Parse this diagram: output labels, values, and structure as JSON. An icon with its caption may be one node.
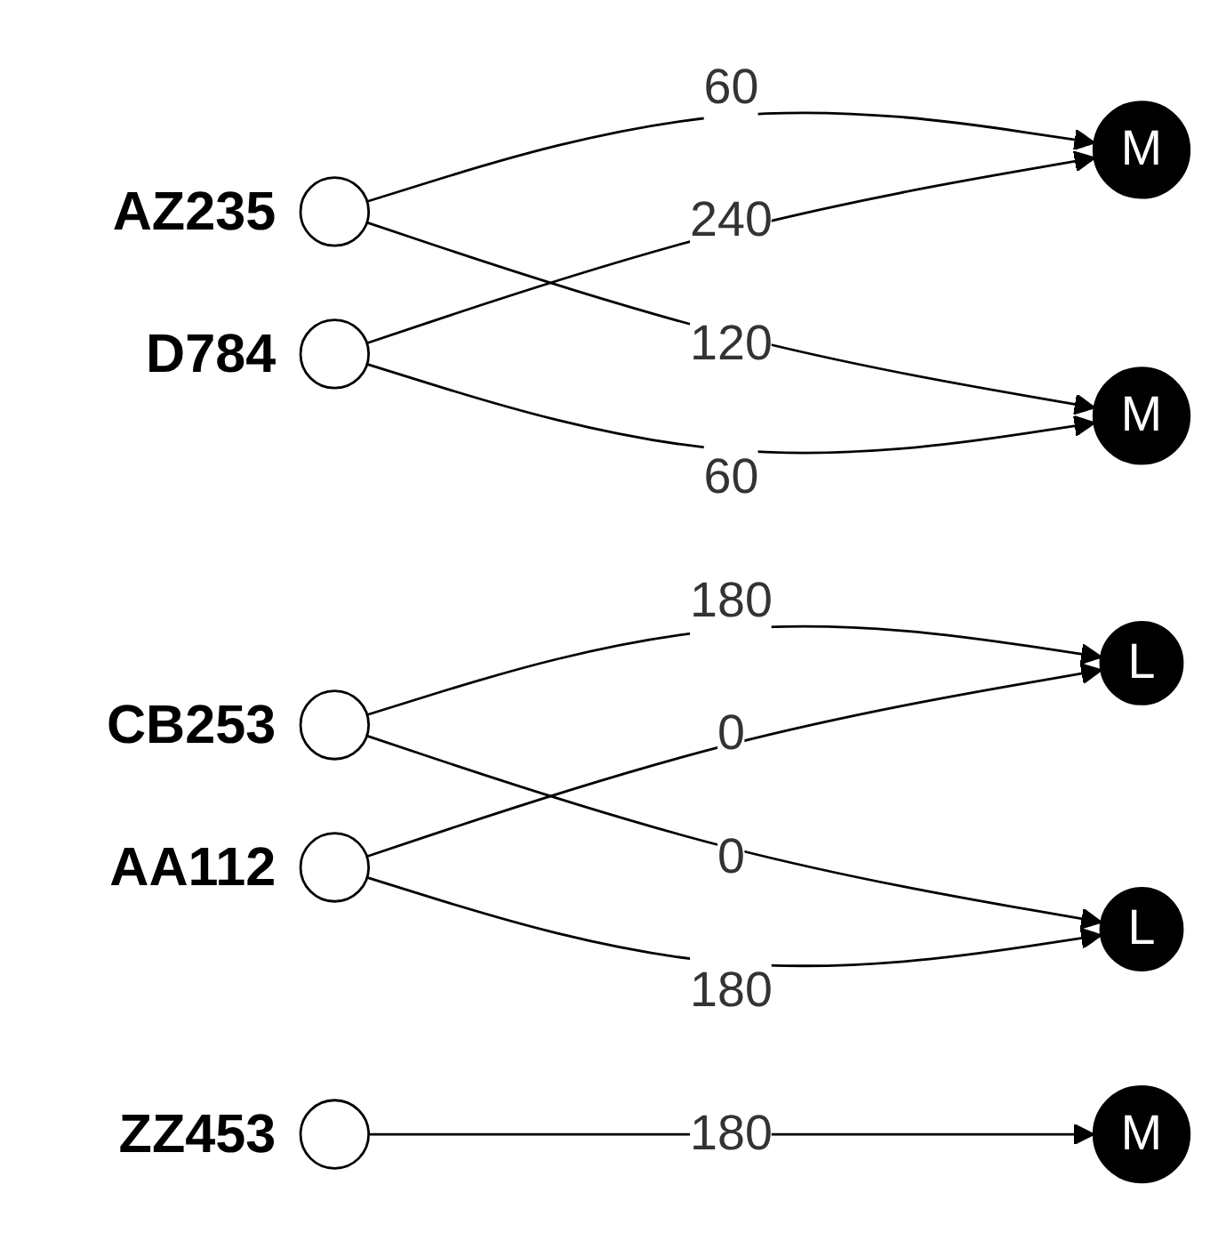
{
  "diagram": {
    "nodes": [
      {
        "text": [],
        "shape": "circle",
        "beside": [
          "AZ235"
        ]
      },
      {
        "text": [],
        "shape": "circle",
        "beside": [
          "CB253"
        ]
      },
      {
        "text": [],
        "shape": "circle",
        "beside": [
          "D784"
        ]
      },
      {
        "text": [],
        "shape": "circle",
        "beside": [
          "ZZ453"
        ]
      },
      {
        "text": [],
        "shape": "circle",
        "beside": [
          "AA112"
        ]
      },
      {
        "text": [
          "L"
        ]
      },
      {
        "text": [
          "M"
        ]
      },
      {
        "text": [
          "L"
        ]
      },
      {
        "text": [
          "M"
        ]
      },
      {
        "text": [
          "M"
        ]
      }
    ],
    "edges": [
      {
        "from": 0,
        "to": 6,
        "arrow": "to",
        "label": "60"
      },
      {
        "from": 0,
        "to": 8,
        "arrow": "to",
        "label": "120"
      },
      {
        "from": 1,
        "to": 5,
        "arrow": "to",
        "label": "180"
      },
      {
        "from": 1,
        "to": 7,
        "arrow": "to",
        "label": "0"
      },
      {
        "from": 2,
        "to": 6,
        "arrow": "to",
        "label": "240"
      },
      {
        "from": 2,
        "to": 8,
        "arrow": "to",
        "label": "60"
      },
      {
        "from": 3,
        "to": 9,
        "arrow": "to",
        "label": "180"
      },
      {
        "from": 4,
        "to": 5,
        "arrow": "to",
        "label": "0"
      },
      {
        "from": 4,
        "to": 7,
        "arrow": "to",
        "label": "180"
      }
    ]
  }
}
